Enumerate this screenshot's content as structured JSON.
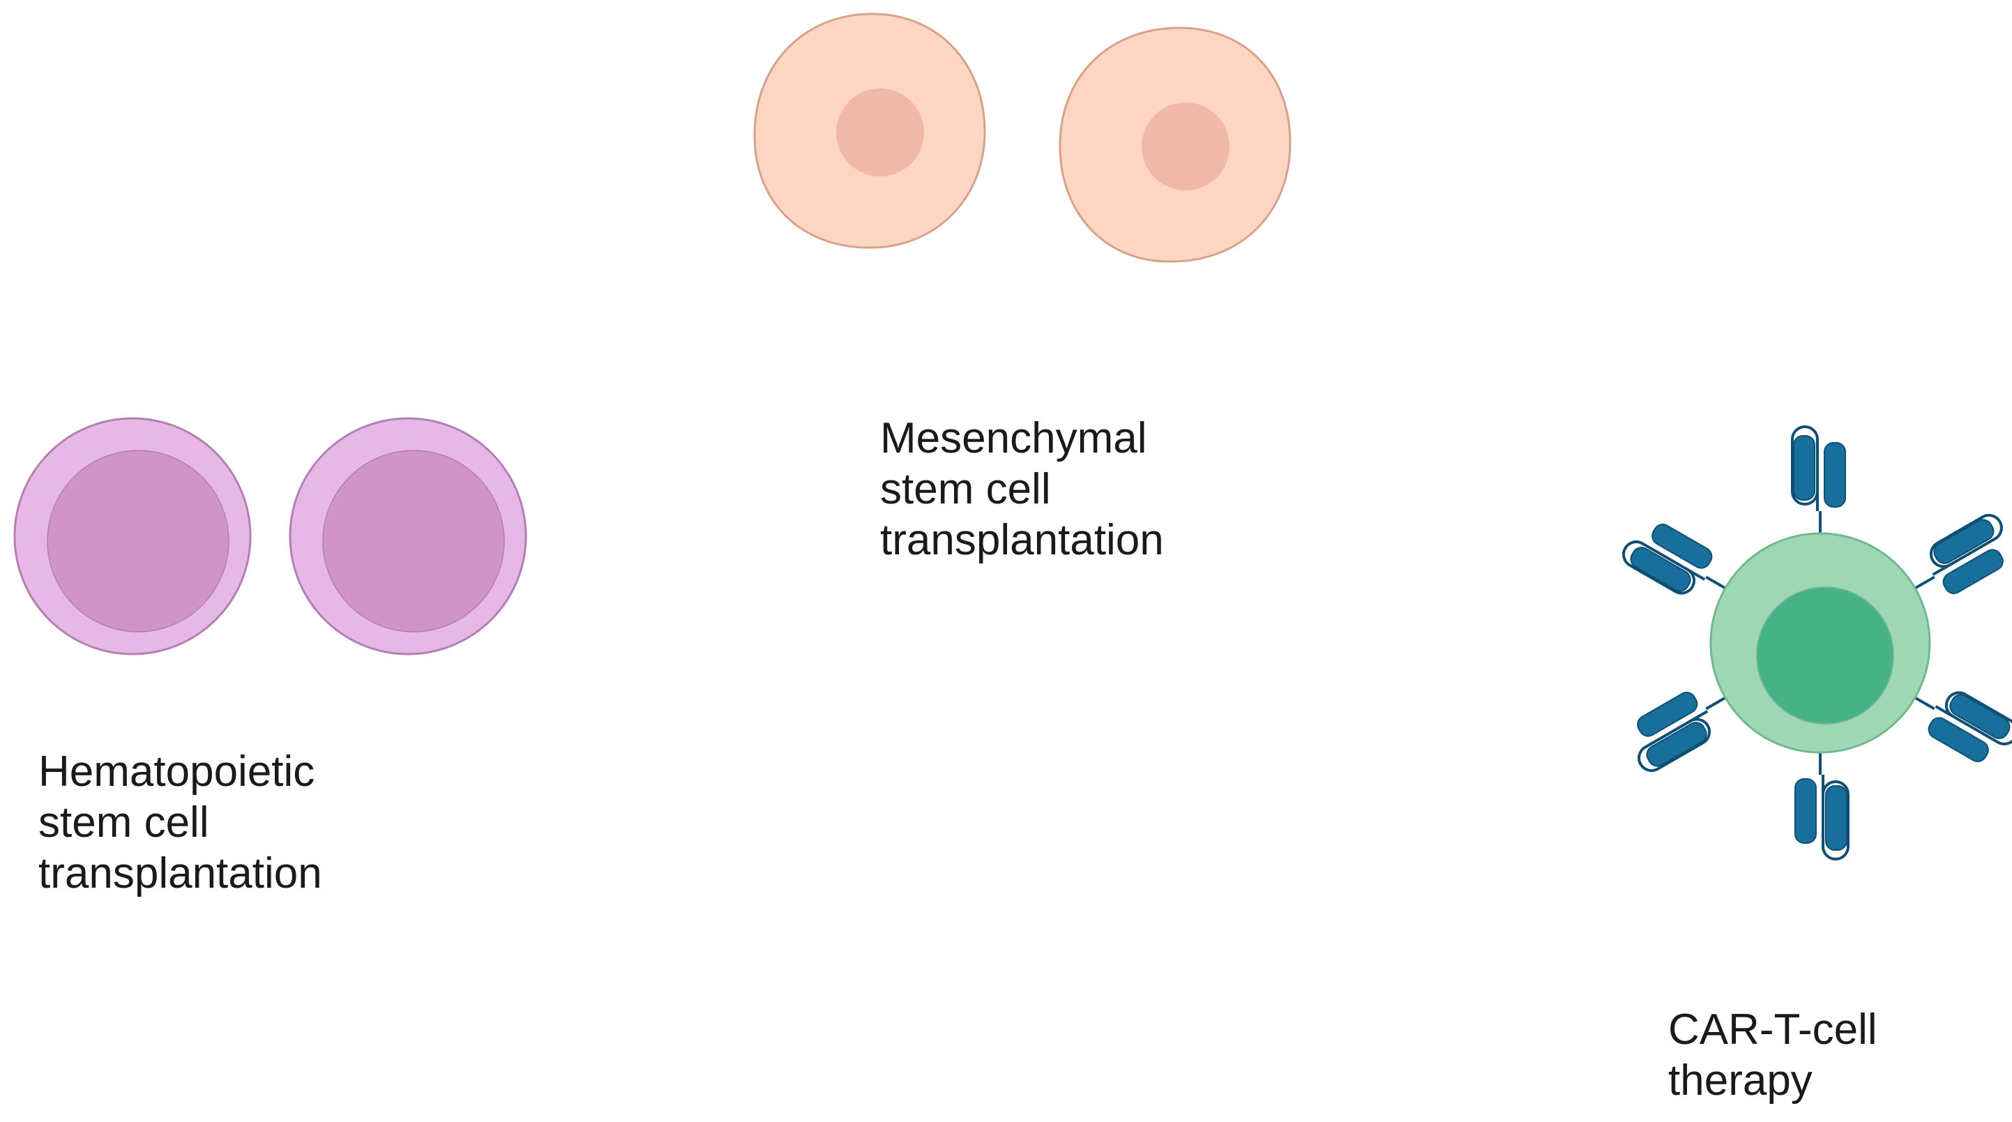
{
  "labels": {
    "hsct": [
      "Hematopoietic",
      "stem cell",
      "transplantation"
    ],
    "msct": [
      "Mesenchymal",
      "stem cell",
      "transplantation"
    ],
    "cart": [
      "CAR-T-cell",
      "therapy"
    ]
  },
  "colors": {
    "hsc_outer": "#e6b8e6",
    "hsc_inner": "#d094c8",
    "hsc_stroke": "#b47fb3",
    "msc_body": "#fcd6c2",
    "msc_nucleus": "#f0b8a6",
    "msc_stroke": "#d8a18a",
    "tcell_outer": "#9fd6b3",
    "tcell_inner": "#45b386",
    "tcell_stroke": "#6fb890",
    "receptor": "#186f9c",
    "receptor_stroke": "#0f4f73",
    "text": "#1a1a1a"
  }
}
